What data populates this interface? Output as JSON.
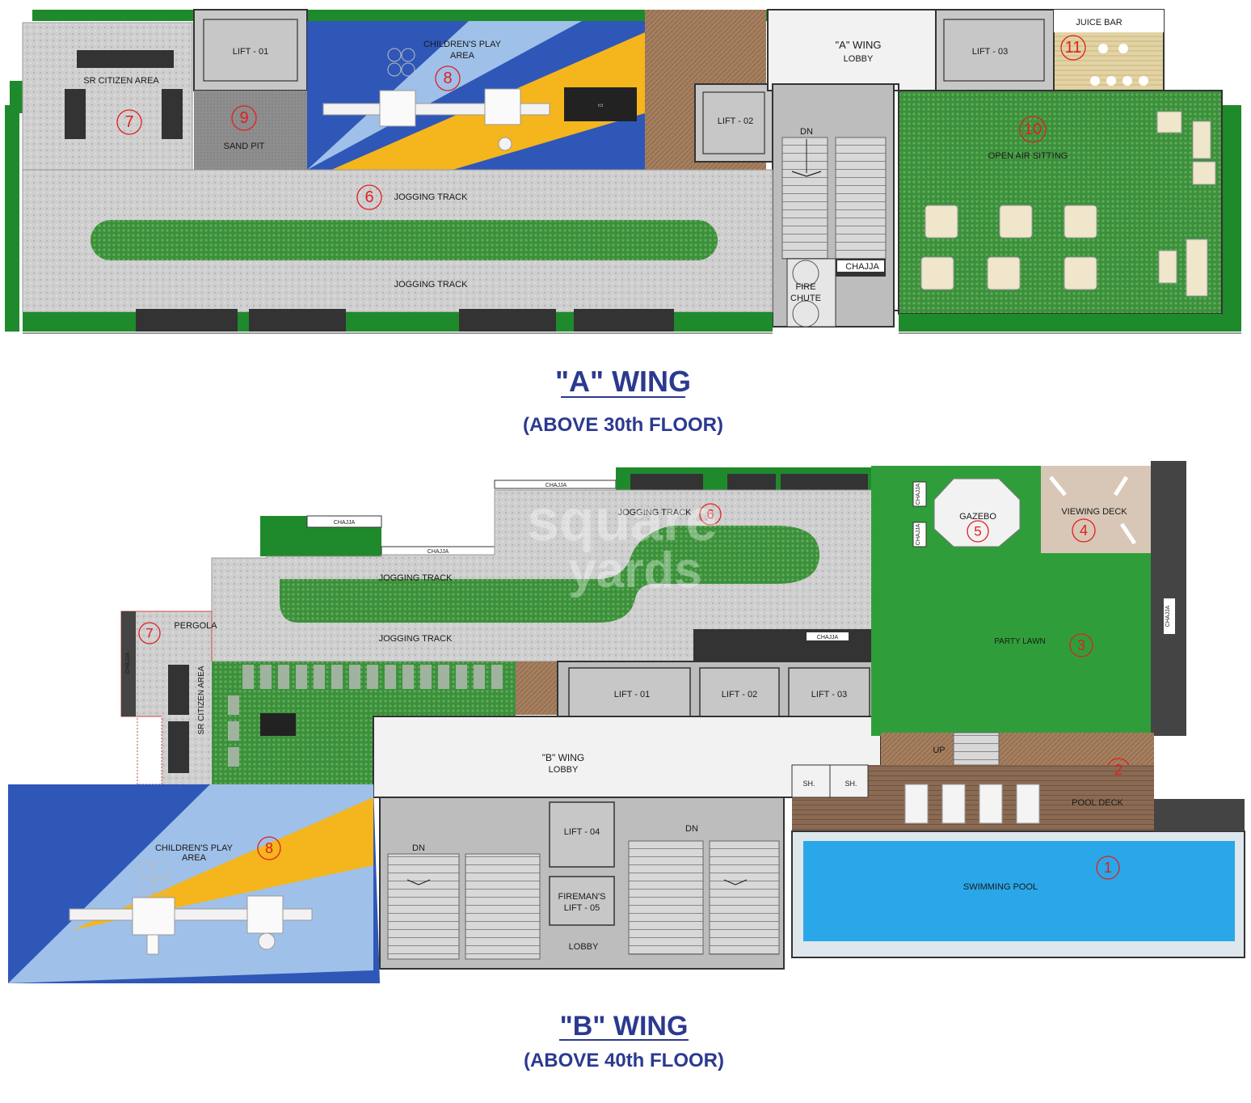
{
  "a_wing": {
    "labels": {
      "lift_01": "LIFT - 01",
      "lift_02": "LIFT - 02",
      "lift_03": "LIFT - 03",
      "childrens_play_area": "CHILDREN'S PLAY AREA",
      "sr_citizen_area": "SR CITIZEN AREA",
      "sand_pit": "SAND PIT",
      "jogging_track": "JOGGING TRACK",
      "lobby_title": "\"A\" WING",
      "lobby": "LOBBY",
      "juice_bar": "JUICE BAR",
      "open_air_sitting": "OPEN AIR SITTING",
      "dn": "DN",
      "chajja": "CHAJJA",
      "fire": "FIRE",
      "chute": "CHUTE"
    },
    "numbers": {
      "sr_citizen": "7",
      "sand_pit": "9",
      "play_area": "8",
      "jogging": "6",
      "open_air": "10",
      "juice_bar": "11"
    },
    "caption_title": "\"A\" WING",
    "caption_sub": "(ABOVE 30th FLOOR)"
  },
  "b_wing": {
    "labels": {
      "jogging_track": "JOGGING TRACK",
      "gazebo": "GAZEBO",
      "viewing_deck": "VIEWING DECK",
      "party_lawn": "PARTY LAWN",
      "pergola": "PERGOLA",
      "sr_citizen_area": "SR CITIZEN AREA",
      "lift_01": "LIFT - 01",
      "lift_02": "LIFT - 02",
      "lift_03": "LIFT - 03",
      "lift_04": "LIFT - 04",
      "firemans_lift_line1": "FIREMAN'S",
      "firemans_lift_line2": "LIFT - 05",
      "lobby_title": "\"B\" WING",
      "lobby": "LOBBY",
      "lobby_small": "LOBBY",
      "up": "UP",
      "dn": "DN",
      "sh": "SH.",
      "pool_deck": "POOL DECK",
      "swimming_pool": "SWIMMING POOL",
      "childrens_play_area_line1": "CHILDREN'S PLAY",
      "childrens_play_area_line2": "AREA",
      "chajja": "CHAJJA"
    },
    "numbers": {
      "pool": "1",
      "pool_deck": "2",
      "party_lawn": "3",
      "viewing_deck": "4",
      "gazebo": "5",
      "jogging": "6",
      "pergola": "7",
      "play_area": "8"
    },
    "caption_title": "\"B\" WING",
    "caption_sub": "(ABOVE 40th FLOOR)"
  },
  "watermark": {
    "line1": "square",
    "line2": "yards"
  },
  "colors": {
    "lawn": "#2f9e3a",
    "hedge": "#1f8a2c",
    "paving": "#c9c9c9",
    "play_blue": "#2f57b8",
    "play_light": "#9fc0e8",
    "play_yellow": "#f5b51c",
    "pool": "#2aa7e8",
    "deck": "#8a6a52",
    "caption": "#2b3a8f",
    "number": "#e02020"
  }
}
